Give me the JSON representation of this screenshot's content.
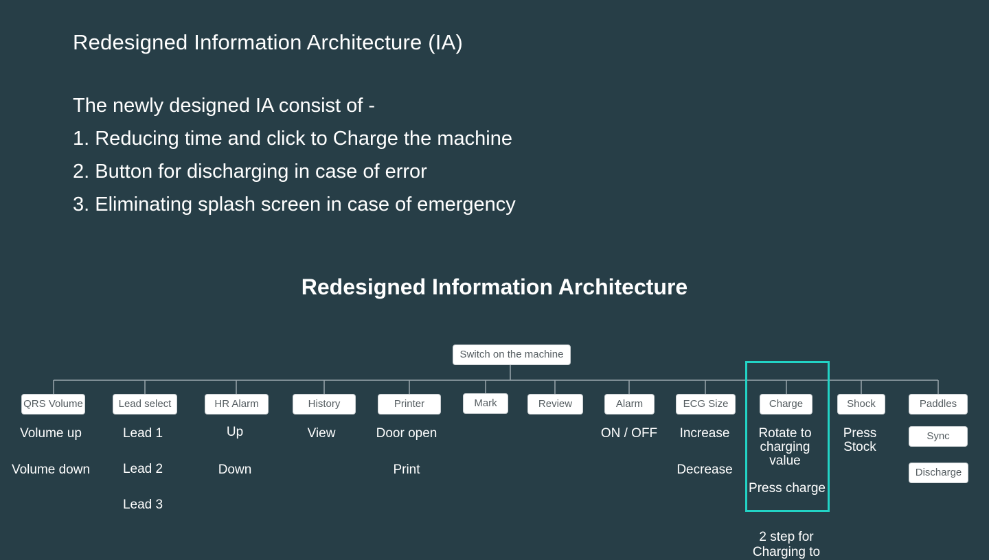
{
  "heading": "Redesigned Information Architecture (IA)",
  "intro": {
    "lead": "The newly designed IA consist of -",
    "points": [
      "1. Reducing time and click to Charge the machine",
      "2. Button for discharging in case of error",
      "3. Eliminating splash screen in case of emergency"
    ]
  },
  "diagram": {
    "title": "Redesigned Information Architecture",
    "root": "Switch on the machine",
    "categories": [
      {
        "label": "QRS Volume",
        "leaves": [
          "Volume up",
          "Volume down"
        ]
      },
      {
        "label": "Lead select",
        "leaves": [
          "Lead 1",
          "Lead 2",
          "Lead 3"
        ]
      },
      {
        "label": "HR Alarm",
        "leaves": [
          "Up",
          "Down"
        ]
      },
      {
        "label": "History",
        "leaves": [
          "View"
        ]
      },
      {
        "label": "Printer",
        "leaves": [
          "Door open",
          "Print"
        ]
      },
      {
        "label": "Mark",
        "leaves": []
      },
      {
        "label": "Review",
        "leaves": []
      },
      {
        "label": "Alarm",
        "leaves": [
          "ON / OFF"
        ]
      },
      {
        "label": "ECG Size",
        "leaves": [
          "Increase",
          "Decrease"
        ]
      },
      {
        "label": "Charge",
        "leaves": [
          "Rotate to charging value",
          "Press charge"
        ]
      },
      {
        "label": "Shock",
        "leaves": [
          "Press Stock"
        ]
      },
      {
        "label": "Paddles",
        "leaves": [
          "Sync",
          "Discharge"
        ]
      }
    ],
    "charge_note": "2 step for Charging to"
  },
  "colors": {
    "background": "#273e47",
    "highlight": "#22d3c5",
    "connector": "#9aa7ad"
  }
}
